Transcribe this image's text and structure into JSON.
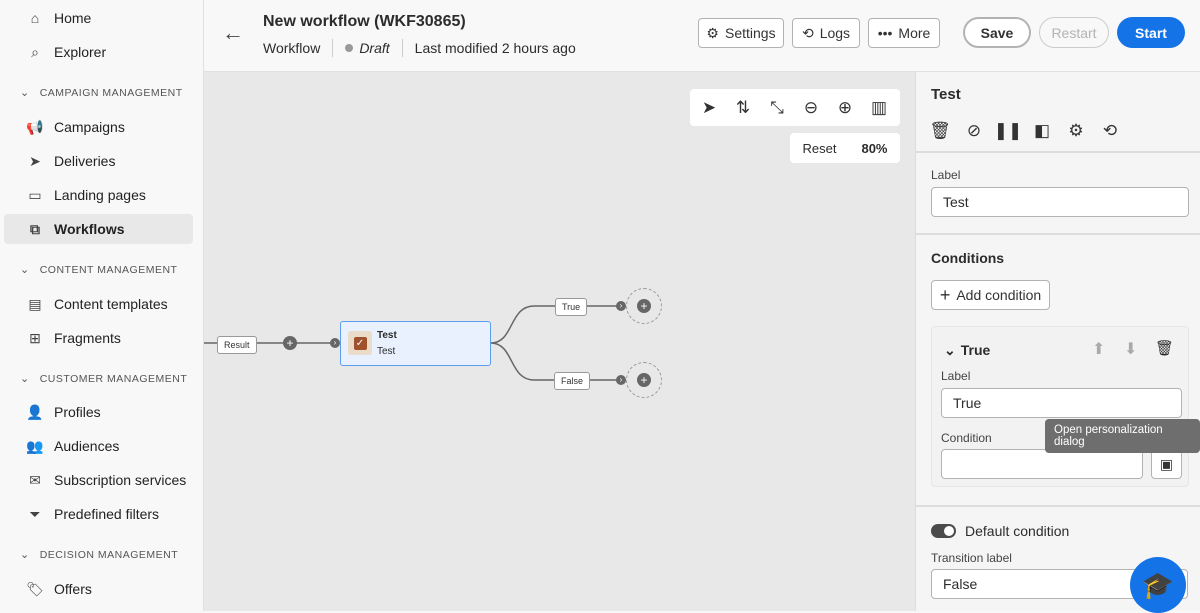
{
  "sidebar": {
    "home": "Home",
    "explorer": "Explorer",
    "sections": [
      "CAMPAIGN MANAGEMENT",
      "CONTENT MANAGEMENT",
      "CUSTOMER MANAGEMENT",
      "DECISION MANAGEMENT"
    ],
    "campaigns": "Campaigns",
    "deliveries": "Deliveries",
    "landing_pages": "Landing pages",
    "workflows": "Workflows",
    "content_templates": "Content templates",
    "fragments": "Fragments",
    "profiles": "Profiles",
    "audiences": "Audiences",
    "subscription_services": "Subscription services",
    "predefined_filters": "Predefined filters",
    "offers": "Offers"
  },
  "header": {
    "title": "New workflow (WKF30865)",
    "type": "Workflow",
    "status": "Draft",
    "modified": "Last modified 2 hours ago",
    "settings": "Settings",
    "logs": "Logs",
    "more": "More",
    "save": "Save",
    "restart": "Restart",
    "start": "Start"
  },
  "canvas": {
    "reset": "Reset",
    "zoom": "80%",
    "result_tag": "Result",
    "node_title": "Test",
    "node_subtitle": "Test",
    "true_tag": "True",
    "false_tag": "False"
  },
  "panel": {
    "title": "Test",
    "label_label": "Label",
    "label_value": "Test",
    "conditions_title": "Conditions",
    "add_condition": "Add condition",
    "condition": {
      "name": "True",
      "label_label": "Label",
      "label_value": "True",
      "condition_label": "Condition",
      "condition_value": ""
    },
    "tooltip": "Open personalization dialog",
    "default_condition": "Default condition",
    "default_condition_on": true,
    "transition_label": "Transition label",
    "transition_value": "False"
  },
  "colors": {
    "accent": "#1473e6",
    "node_fill": "#e8f1fd",
    "node_border": "#5c9ded",
    "node_icon": "#a0522d"
  }
}
